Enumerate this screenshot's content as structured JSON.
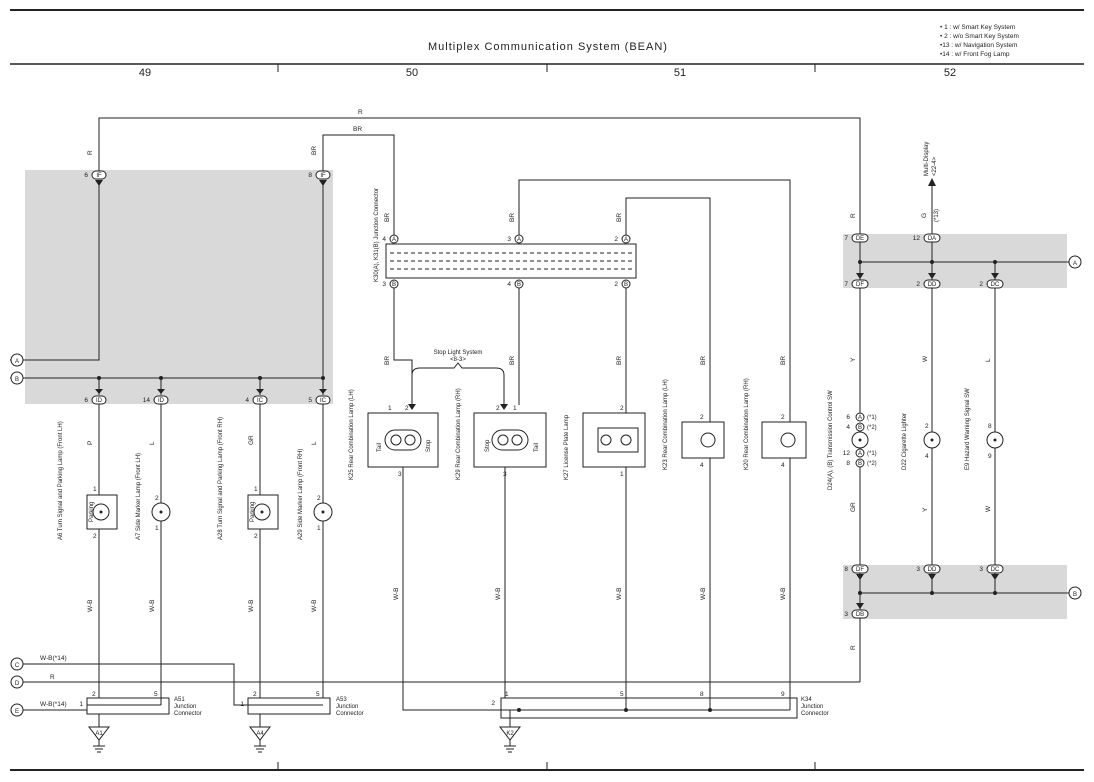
{
  "title": "Multiplex Communication System (BEAN)",
  "notes": [
    "• 1 : w/ Smart Key System",
    "• 2 : w/o Smart Key System",
    "•13 : w/ Navigation System",
    "•14 : w/ Front Fog Lamp"
  ],
  "columns": [
    "49",
    "50",
    "51",
    "52"
  ],
  "offpage": [
    "A",
    "B",
    "C",
    "D",
    "E"
  ],
  "wires": {
    "r": "R",
    "br": "BR",
    "p": "P",
    "l": "L",
    "gr": "GR",
    "y": "Y",
    "w": "W",
    "g": "G",
    "wb": "W-B",
    "wb14": "W-B(*14)",
    "g13": "(*13)"
  },
  "connectors": {
    "IF": "IF",
    "ID": "ID",
    "IC": "IC",
    "A": "A",
    "B": "B",
    "DE": "DE",
    "DF": "DF",
    "DA": "DA",
    "DD": "DD",
    "DC": "DC",
    "DB": "DB"
  },
  "pins": {
    "p1": "1",
    "p2": "2",
    "p3": "3",
    "p4": "4",
    "p5": "5",
    "p6": "6",
    "p7": "7",
    "p8": "8",
    "p9": "9",
    "p12": "12",
    "p14": "14"
  },
  "components": {
    "k30": "K30(A), K31(B) Junction Connector",
    "a6": "A6 Turn Signal and Parking Lamp (Front LH)",
    "a7": "A7 Side Marker Lamp (Front LH)",
    "a28": "A28 Turn Signal and Parking Lamp (Front RH)",
    "a29": "A29 Side Marker Lamp (Front RH)",
    "k25": "K25 Rear Combination Lamp (LH)",
    "k29": "K29 Rear Combination Lamp (RH)",
    "k27": "K27 License Plate Lamp",
    "k23": "K23 Rear Combination Lamp (LH)",
    "k20": "K20 Rear Combination Lamp (RH)",
    "d24": "D24(A), (B) Transmission Control SW",
    "d22": "D22 Cigarette Lighter",
    "e9": "E9 Hazard Warning Signal SW",
    "a51": "A51",
    "a53": "A53",
    "k34": "K34",
    "jc": "Junction",
    "conn": "Connector"
  },
  "lamp_labels": {
    "parking": "Parking",
    "tail": "Tail",
    "stop": "Stop"
  },
  "stop_light": "Stop Light System",
  "stop_light_ref": "<8-3>",
  "multi_display": "Multi-Display",
  "multi_display_ref": "<22-4>",
  "grounds": [
    "A1",
    "A4",
    "K2"
  ],
  "variants": {
    "v1": "(*1)",
    "v2": "(*2)"
  }
}
